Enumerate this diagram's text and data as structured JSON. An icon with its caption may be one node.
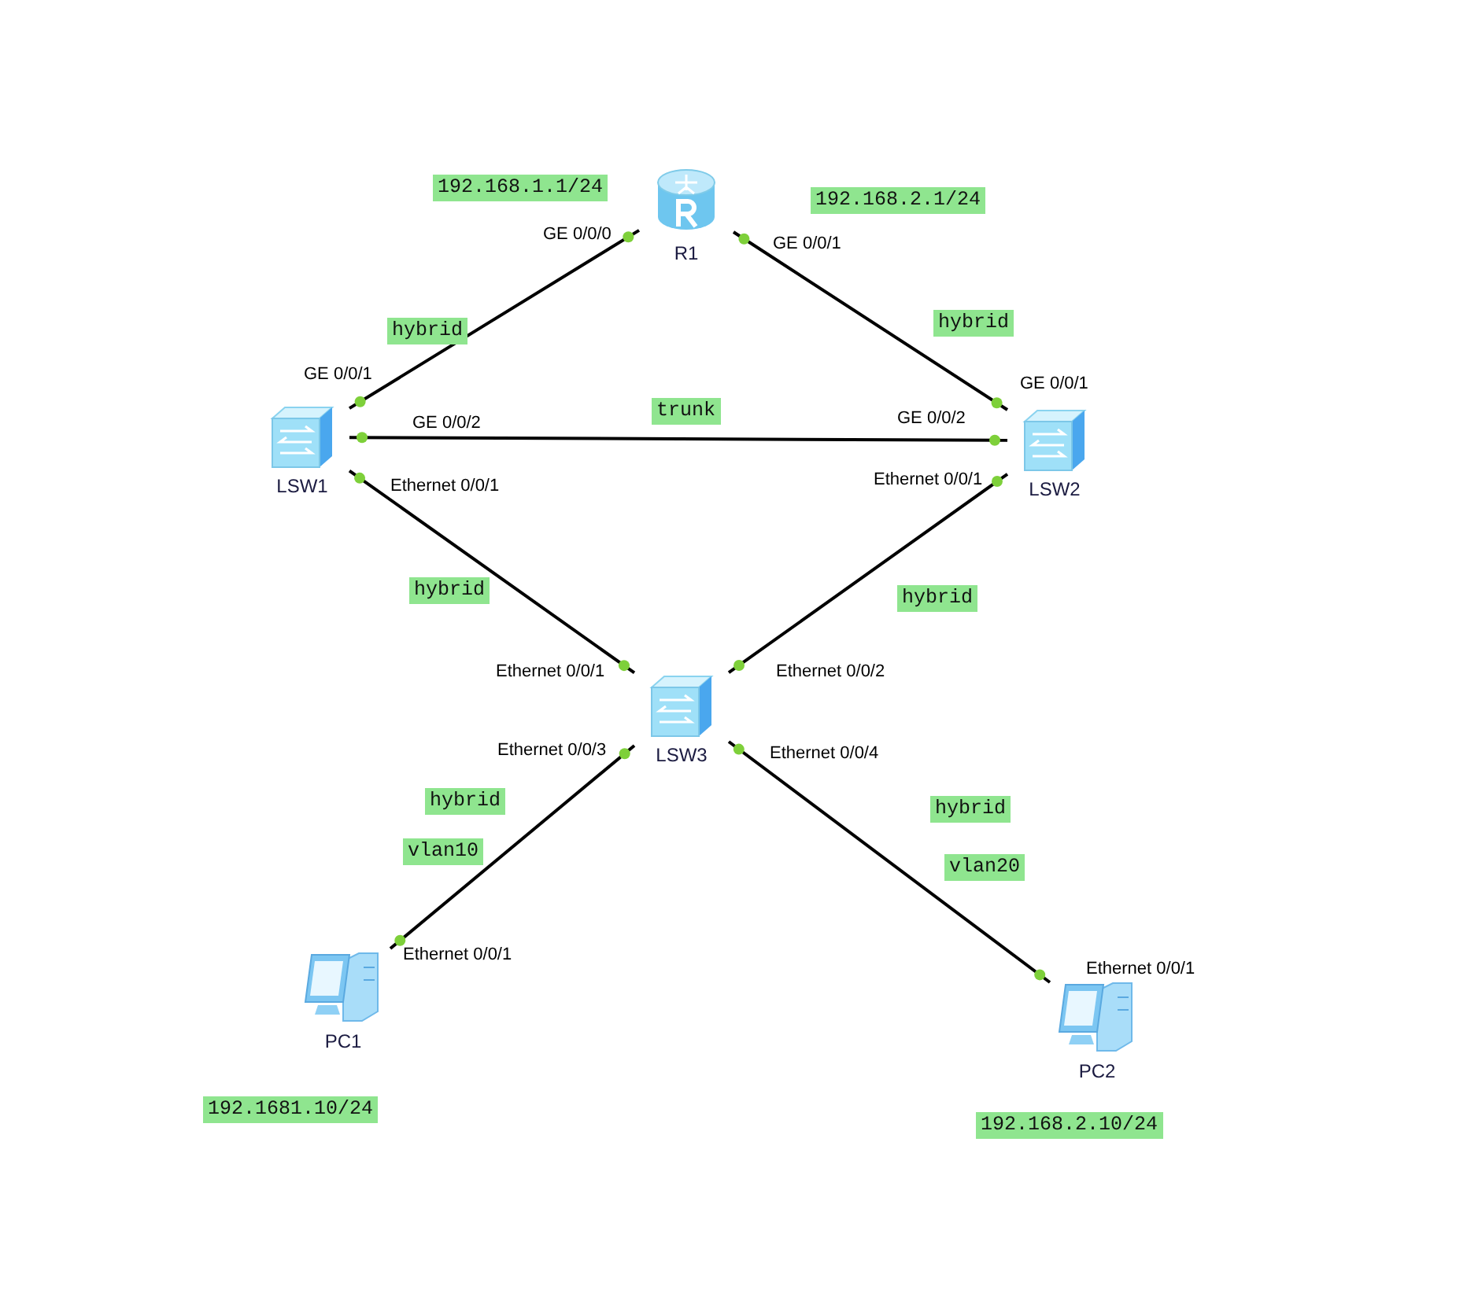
{
  "diagram": {
    "nodes": [
      {
        "text": [
          "R1"
        ]
      },
      {
        "text": [
          "LSW1"
        ]
      },
      {
        "text": [
          "LSW2"
        ]
      },
      {
        "text": [
          "LSW3"
        ]
      },
      {
        "text": [
          "PC1"
        ]
      },
      {
        "text": [
          "PC2"
        ]
      }
    ],
    "edges": [
      {
        "from": 0,
        "to": 1,
        "arrow": "none",
        "label": "hybrid"
      },
      {
        "from": 0,
        "to": 2,
        "arrow": "none",
        "label": "hybrid"
      },
      {
        "from": 1,
        "to": 2,
        "arrow": "none",
        "label": "trunk"
      },
      {
        "from": 1,
        "to": 3,
        "arrow": "none",
        "label": "hybrid"
      },
      {
        "from": 2,
        "to": 3,
        "arrow": "none",
        "label": "hybrid"
      },
      {
        "from": 3,
        "to": 4,
        "arrow": "none",
        "label": "hybrid"
      },
      {
        "from": 3,
        "to": 5,
        "arrow": "none",
        "label": "hybrid"
      }
    ],
    "labels": [
      "192.168.1.1/24",
      "GE 0/0/0",
      "GE 0/0/1",
      "192.168.2.1/24",
      "GE 0/0/1",
      "GE 0/0/1",
      "GE 0/0/2",
      "GE 0/0/2",
      "Ethernet 0/0/1",
      "Ethernet 0/0/1",
      "Ethernet 0/0/1",
      "Ethernet 0/0/2",
      "Ethernet 0/0/3",
      "Ethernet 0/0/4",
      "vlan10",
      "vlan20",
      "Ethernet 0/0/1",
      "Ethernet 0/0/1",
      "192.1681.10/24",
      "192.168.2.10/24"
    ]
  }
}
